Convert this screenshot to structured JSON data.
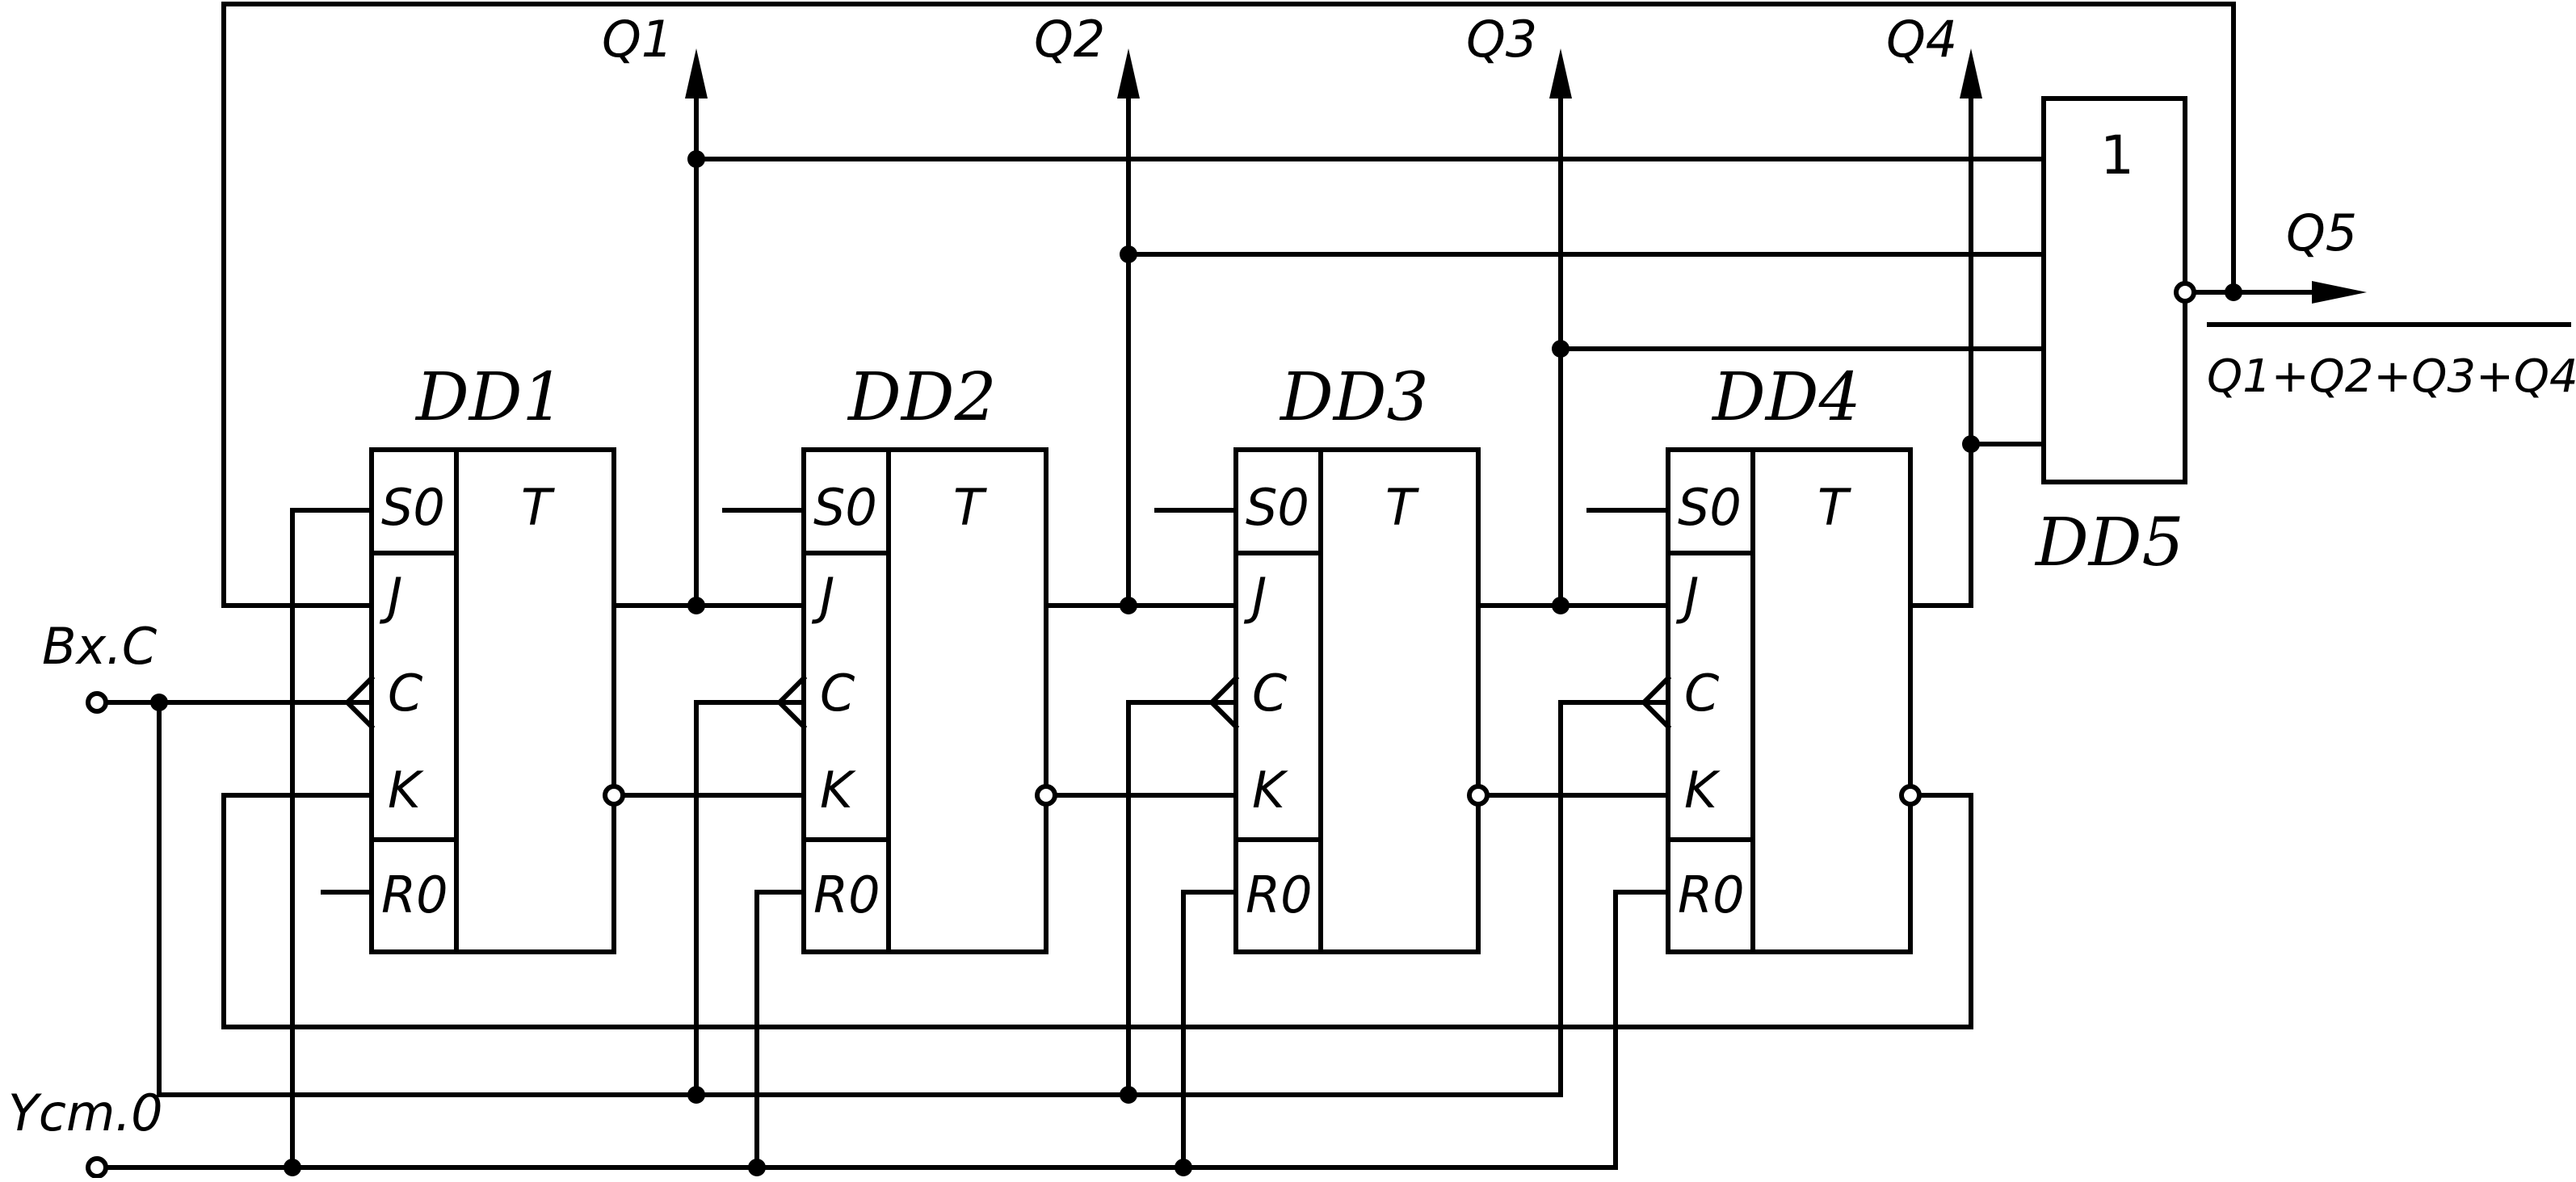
{
  "flipflops": [
    {
      "name": "DD1",
      "type": "T",
      "pins": [
        "S0",
        "J",
        "C",
        "K",
        "R0"
      ]
    },
    {
      "name": "DD2",
      "type": "T",
      "pins": [
        "S0",
        "J",
        "C",
        "K",
        "R0"
      ]
    },
    {
      "name": "DD3",
      "type": "T",
      "pins": [
        "S0",
        "J",
        "C",
        "K",
        "R0"
      ]
    },
    {
      "name": "DD4",
      "type": "T",
      "pins": [
        "S0",
        "J",
        "C",
        "K",
        "R0"
      ]
    }
  ],
  "gate": {
    "name": "DD5",
    "symbol": "1"
  },
  "outputs": {
    "q1": "Q1",
    "q2": "Q2",
    "q3": "Q3",
    "q4": "Q4",
    "q5": "Q5"
  },
  "inputs": {
    "clock": "Bx.C",
    "reset": "Ycm.0"
  },
  "expression": "Q1+Q2+Q3+Q4"
}
